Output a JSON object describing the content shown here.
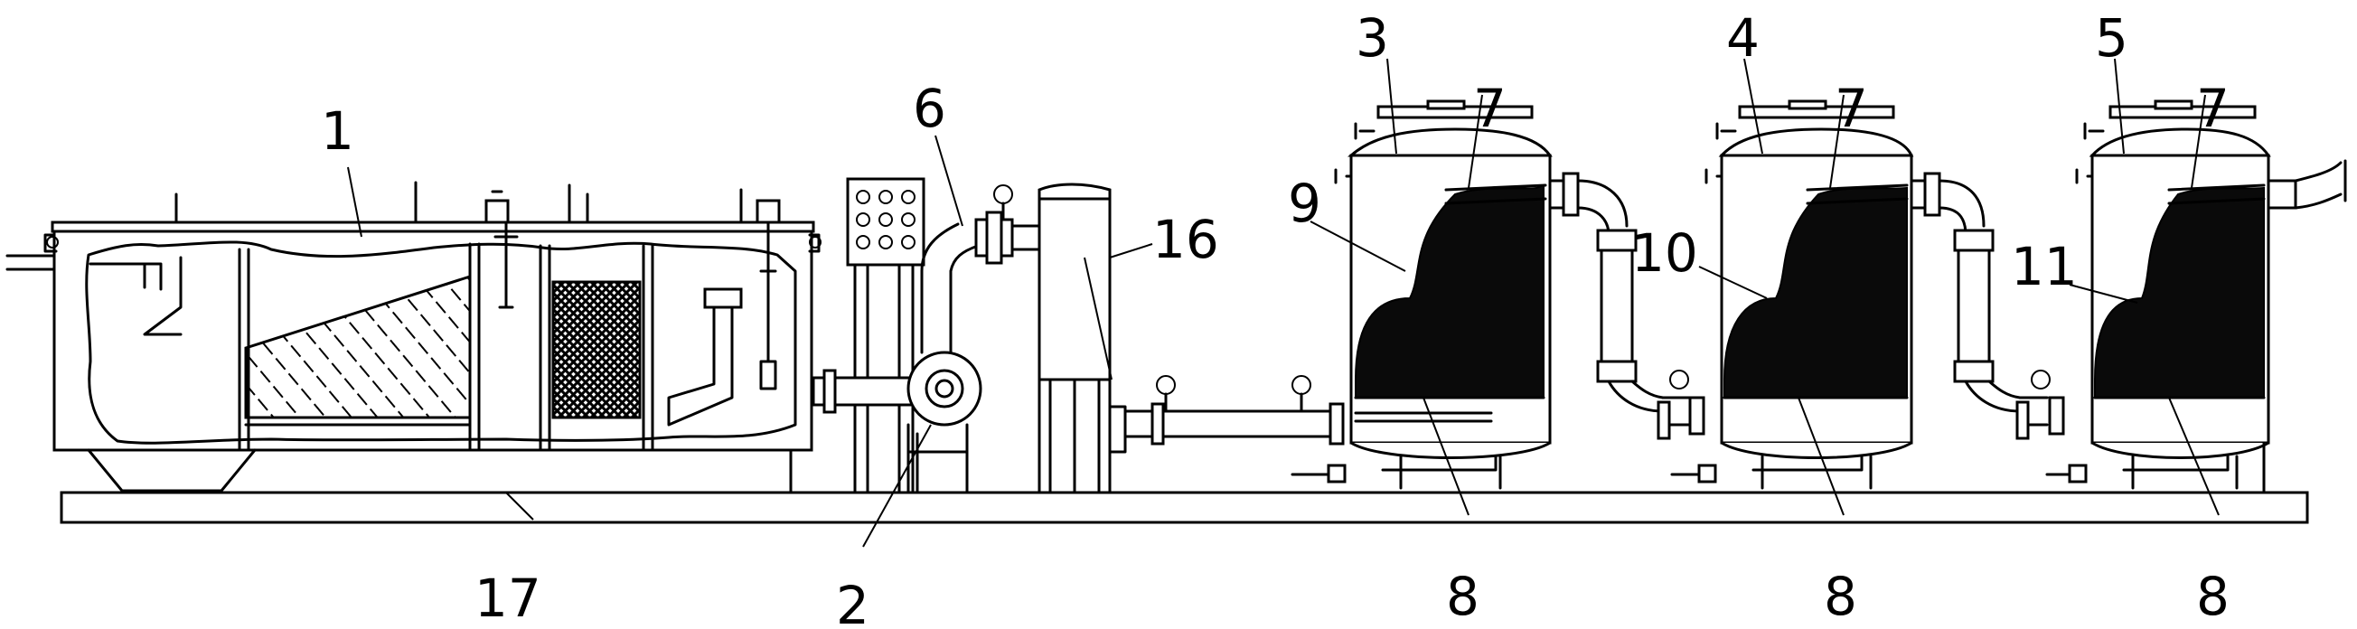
{
  "labels": {
    "l1": "1",
    "l2": "2",
    "l3": "3",
    "l4": "4",
    "l5": "5",
    "l6": "6",
    "l7a": "7",
    "l7b": "7",
    "l7c": "7",
    "l8a": "8",
    "l8b": "8",
    "l8c": "8",
    "l9": "9",
    "l10": "10",
    "l11": "11",
    "l16": "16",
    "l17": "17"
  }
}
